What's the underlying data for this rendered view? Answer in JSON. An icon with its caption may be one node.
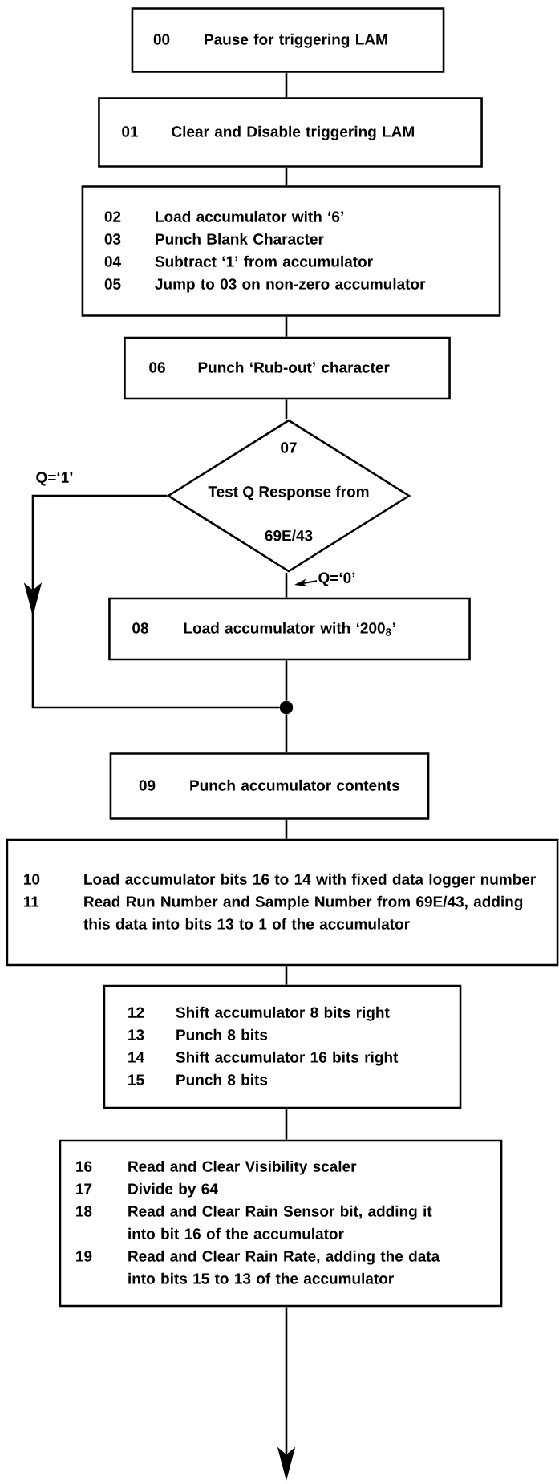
{
  "diagram": {
    "nodes": [
      {
        "text": [
          "00",
          "Pause for triggering LAM"
        ]
      },
      {
        "text": [
          "01",
          "Clear and Disable triggering LAM"
        ]
      },
      {
        "text": [
          "02",
          "Load accumulator with ‘6’",
          "03",
          "Punch Blank Character",
          "04",
          "Subtract ‘1’ from accumulator",
          "05",
          "Jump to 03 on non-zero accumulator"
        ]
      },
      {
        "text": [
          "06",
          "Punch ‘Rub-out’ character"
        ]
      },
      {
        "text": [
          "07",
          "Test Q Response from 69E/43"
        ]
      },
      {
        "text": [
          "08",
          "Load accumulator with ‘200$_{8}$’"
        ]
      },
      {
        "text": [],
        "shape": "circle"
      },
      {
        "text": [
          "09",
          "Punch accumulator contents"
        ]
      },
      {
        "text": [
          "10",
          "Load accumulator bits 16 to 14 with fixed data logger number",
          "11",
          "Read Run Number and Sample Number from 69E/43, adding this data into bits 13 to 1 of the accumulator"
        ]
      },
      {
        "text": [
          "12",
          "Shift accumulator 8 bits right",
          "13",
          "Punch 8 bits",
          "14",
          "Shift accumulator 16 bits right",
          "15",
          "Punch 8 bits"
        ]
      },
      {
        "text": [
          "16",
          "Read and Clear Visibility scaler",
          "17",
          "Divide by 64",
          "18",
          "Read and Clear Rain Sensor bit, adding it into bit 16 of the accumulator",
          "19",
          "Read and Clear Rain Rate, adding the data into bits 15 to 13 of the accumulator"
        ]
      }
    ],
    "edges": [
      {
        "from": 0,
        "to": 1,
        "arrow": "none"
      },
      {
        "from": 1,
        "to": 2,
        "arrow": "none"
      },
      {
        "from": 2,
        "to": 3,
        "arrow": "none"
      },
      {
        "from": 3,
        "to": 4,
        "arrow": "none"
      },
      {
        "from": 4,
        "to": 6,
        "arrow": "to",
        "label": "Q=‘1’"
      },
      {
        "from": 4,
        "to": 5,
        "arrow": "none",
        "label": "Q=‘0’"
      },
      {
        "from": 5,
        "to": 6,
        "arrow": "none"
      },
      {
        "from": 6,
        "to": 7,
        "arrow": "none"
      },
      {
        "from": 7,
        "to": 8,
        "arrow": "none"
      },
      {
        "from": 8,
        "to": 9,
        "arrow": "none"
      },
      {
        "from": 9,
        "to": 10,
        "arrow": "none"
      },
      {
        "from": 10,
        "to": null,
        "arrow": "to"
      }
    ]
  }
}
